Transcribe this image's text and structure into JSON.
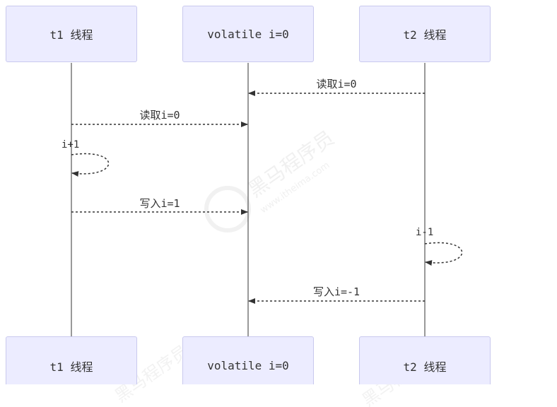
{
  "participants": [
    {
      "id": "t1",
      "label": "t1 线程"
    },
    {
      "id": "v",
      "label": "volatile i=0"
    },
    {
      "id": "t2",
      "label": "t2 线程"
    }
  ],
  "messages": [
    {
      "from": "t2",
      "to": "v",
      "label": "读取i=0"
    },
    {
      "from": "t1",
      "to": "v",
      "label": "读取i=0"
    },
    {
      "from": "t1",
      "to": "t1",
      "label": "i+1"
    },
    {
      "from": "t1",
      "to": "v",
      "label": "写入i=1"
    },
    {
      "from": "t2",
      "to": "t2",
      "label": "i-1"
    },
    {
      "from": "t2",
      "to": "v",
      "label": "写入i=-1"
    }
  ],
  "colors": {
    "actor_fill": "#ececff",
    "actor_border": "#c9c9ee",
    "line": "#333333",
    "watermark": "#e4e4e4"
  },
  "watermark": {
    "text": "黑马程序员",
    "subtext": "www.itheima.com"
  }
}
